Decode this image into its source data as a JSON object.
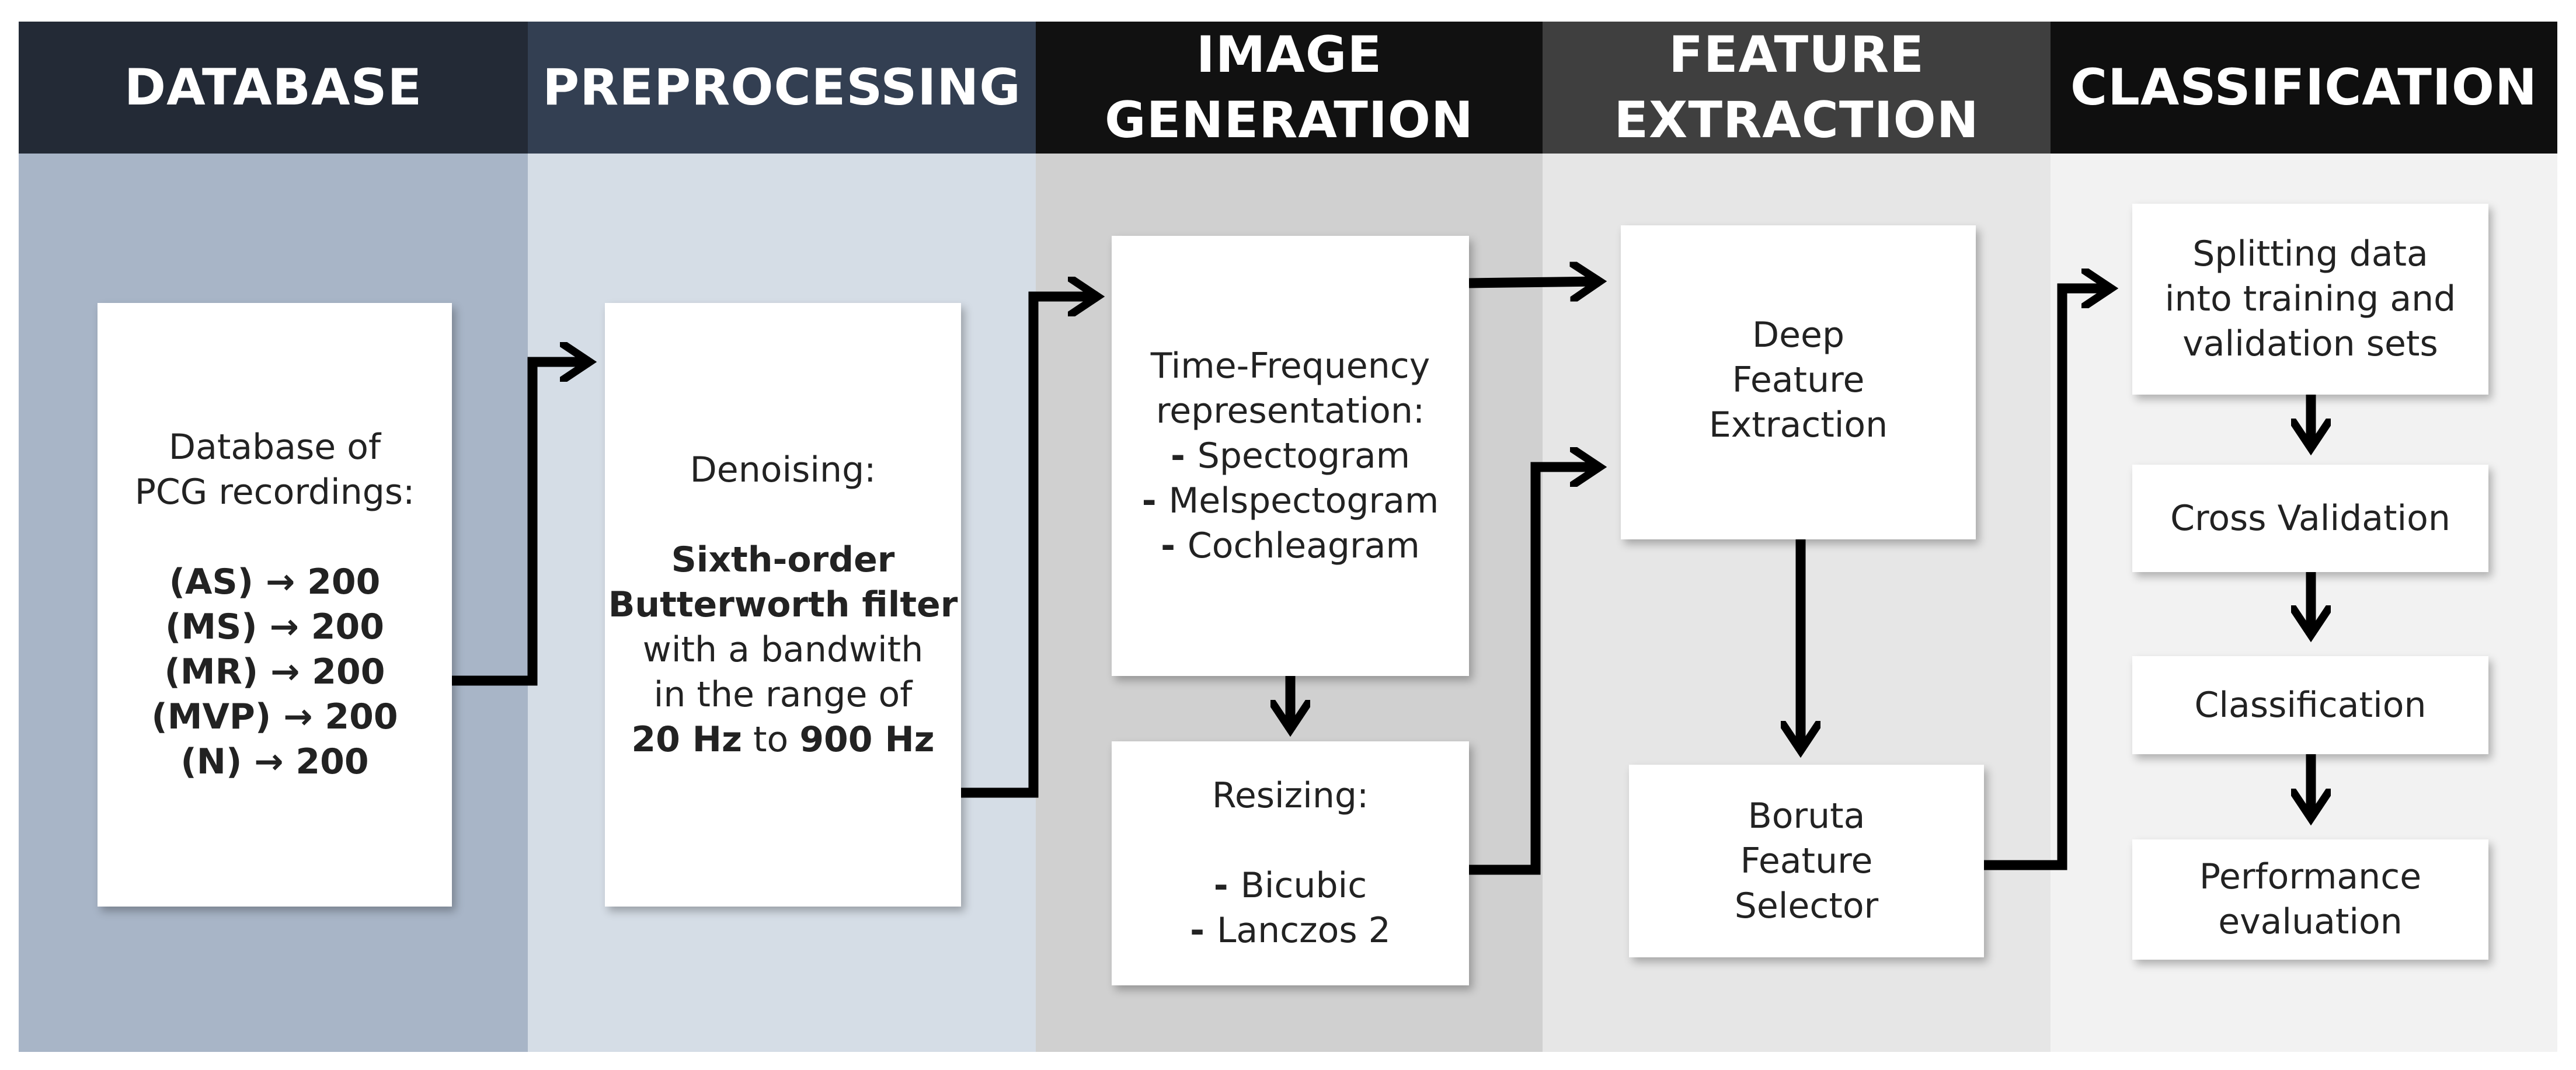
{
  "colors": {
    "database_header": "#232a36",
    "database_body": "#a8b5c7",
    "preprocessing_header": "#333f52",
    "preprocessing_body": "#d5dde6",
    "image_generation_header": "#111111",
    "image_generation_body": "#d0d0d0",
    "feature_extraction_header": "#3f3f3f",
    "feature_extraction_body": "#e6e6e6",
    "classification_header": "#0f0f0f",
    "classification_body": "#f2f2f2",
    "arrow": "#000000"
  },
  "columns": [
    {
      "id": "database",
      "title": [
        "DATABASE"
      ]
    },
    {
      "id": "preprocessing",
      "title": [
        "PREPROCESSING"
      ]
    },
    {
      "id": "image-generation",
      "title": [
        "IMAGE",
        "GENERATION"
      ]
    },
    {
      "id": "feature-extraction",
      "title": [
        "FEATURE",
        "EXTRACTION"
      ]
    },
    {
      "id": "classification",
      "title": [
        "CLASSIFICATION"
      ]
    }
  ],
  "database_box": {
    "line1": "Database of",
    "line2": "PCG recordings:",
    "classes": [
      "(AS) → 200",
      "(MS) → 200",
      "(MR) → 200",
      "(MVP) → 200",
      "(N) → 200"
    ]
  },
  "preprocessing_box": {
    "heading": "Denoising:",
    "bold1": "Sixth-order",
    "bold2": "Butterworth filter",
    "line3": "with a bandwith",
    "line4": "in the range of",
    "freq_low": "20 Hz",
    "freq_to": " to ",
    "freq_high": "900 Hz"
  },
  "tf_box": {
    "line1": "Time-Frequency",
    "line2": "representation:",
    "items": [
      "Spectogram",
      "Melspectogram",
      "Cochleagram"
    ],
    "bullet": "- "
  },
  "resize_box": {
    "heading": "Resizing:",
    "items": [
      "Bicubic",
      "Lanczos 2"
    ],
    "bullet": "- "
  },
  "deep_box": {
    "lines": [
      "Deep",
      "Feature",
      "Extraction"
    ]
  },
  "boruta_box": {
    "lines": [
      "Boruta",
      "Feature",
      "Selector"
    ]
  },
  "classification_steps": [
    [
      "Splitting data",
      "into training and",
      "validation sets"
    ],
    [
      "Cross Validation"
    ],
    [
      "Classification"
    ],
    [
      "Performance",
      "evaluation"
    ]
  ]
}
